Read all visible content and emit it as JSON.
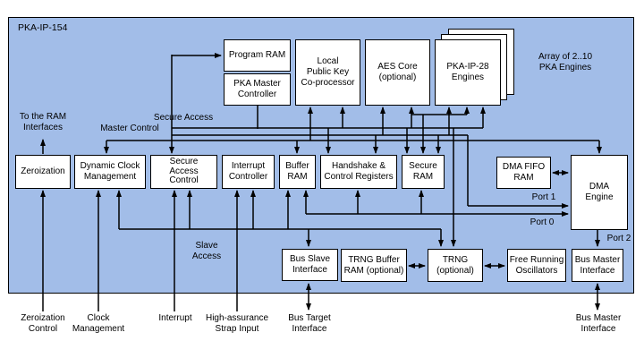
{
  "title": "PKA-IP-154",
  "colors": {
    "diagram_bg": "#a2bde8",
    "box_bg": "#ffffff",
    "line": "#000000"
  },
  "boxes": {
    "program_ram": "Program RAM",
    "pka_master_controller": "PKA Master\nController",
    "local_public_key_coprocessor": "Local\nPublic Key\nCo-processor",
    "aes_core": "AES Core\n(optional)",
    "pka_ip_28_engines": "PKA-IP-28\nEngines",
    "zeroization": "Zeroization",
    "dynamic_clock_management": "Dynamic Clock\nManagement",
    "secure_access_control": "Secure\nAccess\nControl",
    "interrupt_controller": "Interrupt\nController",
    "buffer_ram": "Buffer\nRAM",
    "handshake_control_registers": "Handshake &\nControl Registers",
    "secure_ram": "Secure\nRAM",
    "dma_fifo_ram": "DMA FIFO\nRAM",
    "dma_engine": "DMA\nEngine",
    "bus_slave_interface": "Bus Slave\nInterface",
    "trng_buffer_ram": "TRNG Buffer\nRAM (optional)",
    "trng": "TRNG\n(optional)",
    "free_running_oscillators": "Free Running\nOscillators",
    "bus_master_interface": "Bus Master\nInterface"
  },
  "bus_labels": {
    "secure_access": "Secure Access",
    "master_control": "Master Control",
    "slave_access": "Slave\nAccess",
    "port_0": "Port 0",
    "port_1": "Port 1",
    "port_2": "Port 2"
  },
  "annotations": {
    "array_note": "Array of 2..10\nPKA Engines",
    "to_ram_interfaces": "To the RAM\nInterfaces"
  },
  "external_labels": {
    "zeroization_control": "Zeroization\nControl",
    "clock_management": "Clock\nManagement",
    "interrupt": "Interrupt",
    "high_assurance_strap_input": "High-assurance\nStrap Input",
    "bus_target_interface": "Bus Target\nInterface",
    "bus_master_interface": "Bus Master\nInterface"
  }
}
